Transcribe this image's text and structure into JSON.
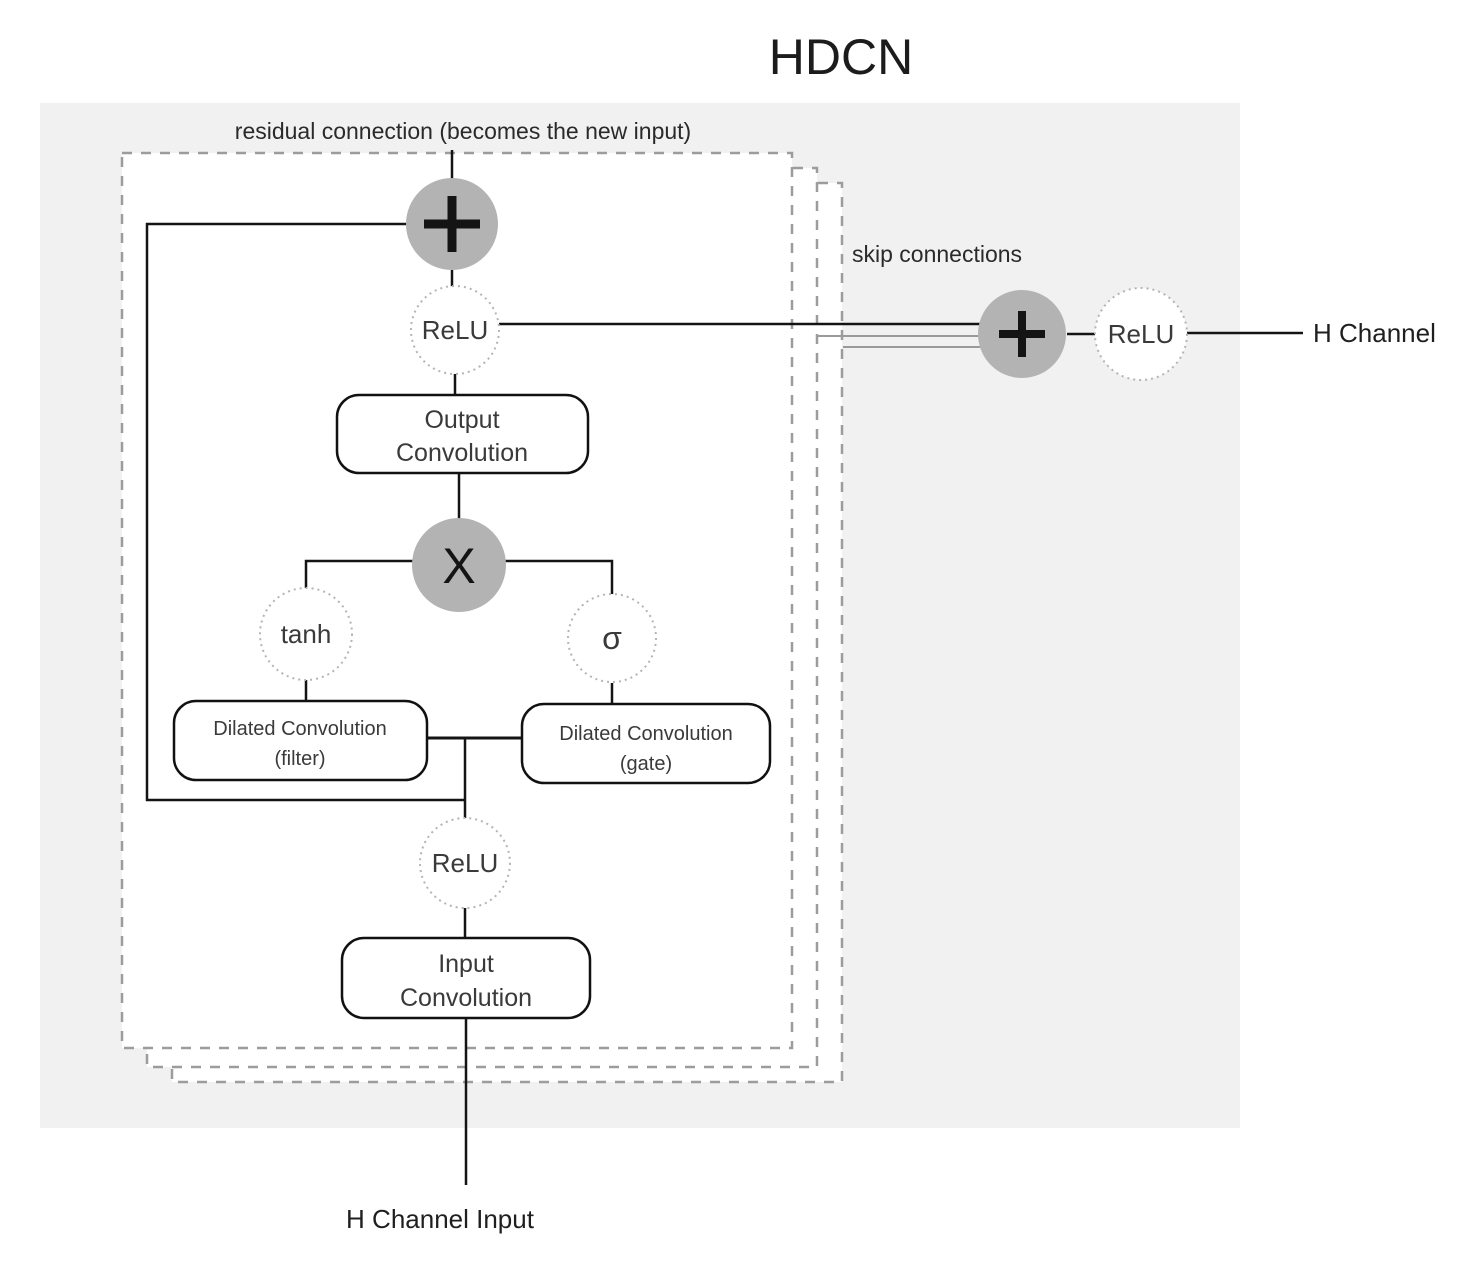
{
  "title": "HDCN",
  "annotations": {
    "residual": "residual connection (becomes the new input)",
    "skip": "skip connections",
    "h_channel": "H Channel",
    "h_channel_input": "H Channel Input"
  },
  "nodes": {
    "residual_add": {
      "symbol": "+"
    },
    "top_relu": {
      "label": "ReLU"
    },
    "multiply": {
      "symbol": "X"
    },
    "tanh": {
      "label": "tanh"
    },
    "sigma": {
      "label": "σ"
    },
    "bottom_relu": {
      "label": "ReLU"
    },
    "skip_add": {
      "symbol": "+"
    },
    "skip_relu": {
      "label": "ReLU"
    }
  },
  "boxes": {
    "output_conv": {
      "line1": "Output",
      "line2": "Convolution"
    },
    "dilated_filter": {
      "line1": "Dilated Convolution",
      "line2": "(filter)"
    },
    "dilated_gate": {
      "line1": "Dilated Convolution",
      "line2": "(gate)"
    },
    "input_conv": {
      "line1": "Input",
      "line2": "Convolution"
    }
  },
  "colors": {
    "canvas_bg": "#f1f1f1",
    "node_gray": "#b3b3b3",
    "line_black": "#141414",
    "skip_line_gray": "#9a9a9a",
    "dashed_border": "#9c9c9c"
  }
}
